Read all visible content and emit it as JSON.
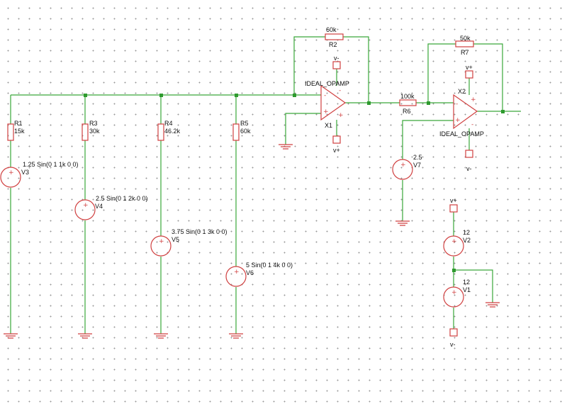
{
  "components": {
    "R1": {
      "ref": "R1",
      "value": "15k"
    },
    "R2": {
      "ref": "R2",
      "value": "60k"
    },
    "R3": {
      "ref": "R3",
      "value": "30k"
    },
    "R4": {
      "ref": "R4",
      "value": "46.2k"
    },
    "R5": {
      "ref": "R5",
      "value": "60k"
    },
    "R6": {
      "ref": "R6",
      "value": "100k"
    },
    "R7": {
      "ref": "R7",
      "value": "50k"
    },
    "V1": {
      "ref": "V1",
      "value": "12"
    },
    "V2": {
      "ref": "V2",
      "value": "12"
    },
    "V3": {
      "ref": "V3",
      "value": "1.25 Sin(0 1 1k 0 0)"
    },
    "V4": {
      "ref": "V4",
      "value": "2.5 Sin(0 1 2k 0 0)"
    },
    "V5": {
      "ref": "V5",
      "value": "3.75 Sin(0 1 3k 0 0)"
    },
    "V6": {
      "ref": "V6",
      "value": "5 Sin(0 1 4k 0 0)"
    },
    "V7": {
      "ref": "V7",
      "value": "2.5"
    },
    "X1": {
      "ref": "X1",
      "model": "IDEAL_OPAMP"
    },
    "X2": {
      "ref": "X2",
      "model": "IDEAL_OPAMP"
    }
  },
  "net_labels": {
    "vplus": "v+",
    "vminus": "v-"
  },
  "symbols": {
    "plus": "+",
    "minus": "-"
  },
  "colors": {
    "wire": "#3aa83a",
    "component": "#d04040",
    "node": "#2e9a2e",
    "text": "#111111"
  }
}
